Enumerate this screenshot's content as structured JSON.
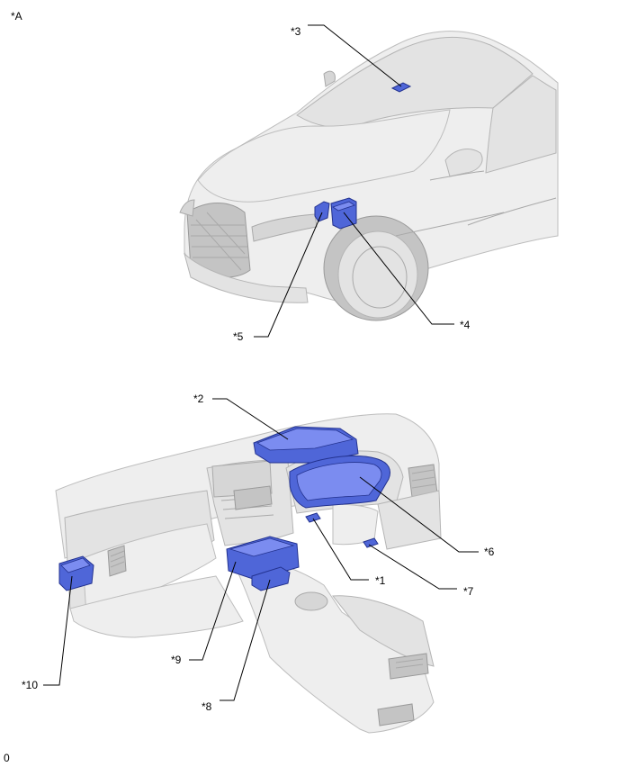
{
  "view_label": "*A",
  "corner_mark": "0",
  "callouts": {
    "c1": "*1",
    "c2": "*2",
    "c3": "*3",
    "c4": "*4",
    "c5": "*5",
    "c6": "*6",
    "c7": "*7",
    "c8": "*8",
    "c9": "*9",
    "c10": "*10"
  },
  "colors": {
    "highlighted_part": "#4f66d8",
    "vehicle_body": "#eeeeee",
    "leader_line": "#000000"
  }
}
